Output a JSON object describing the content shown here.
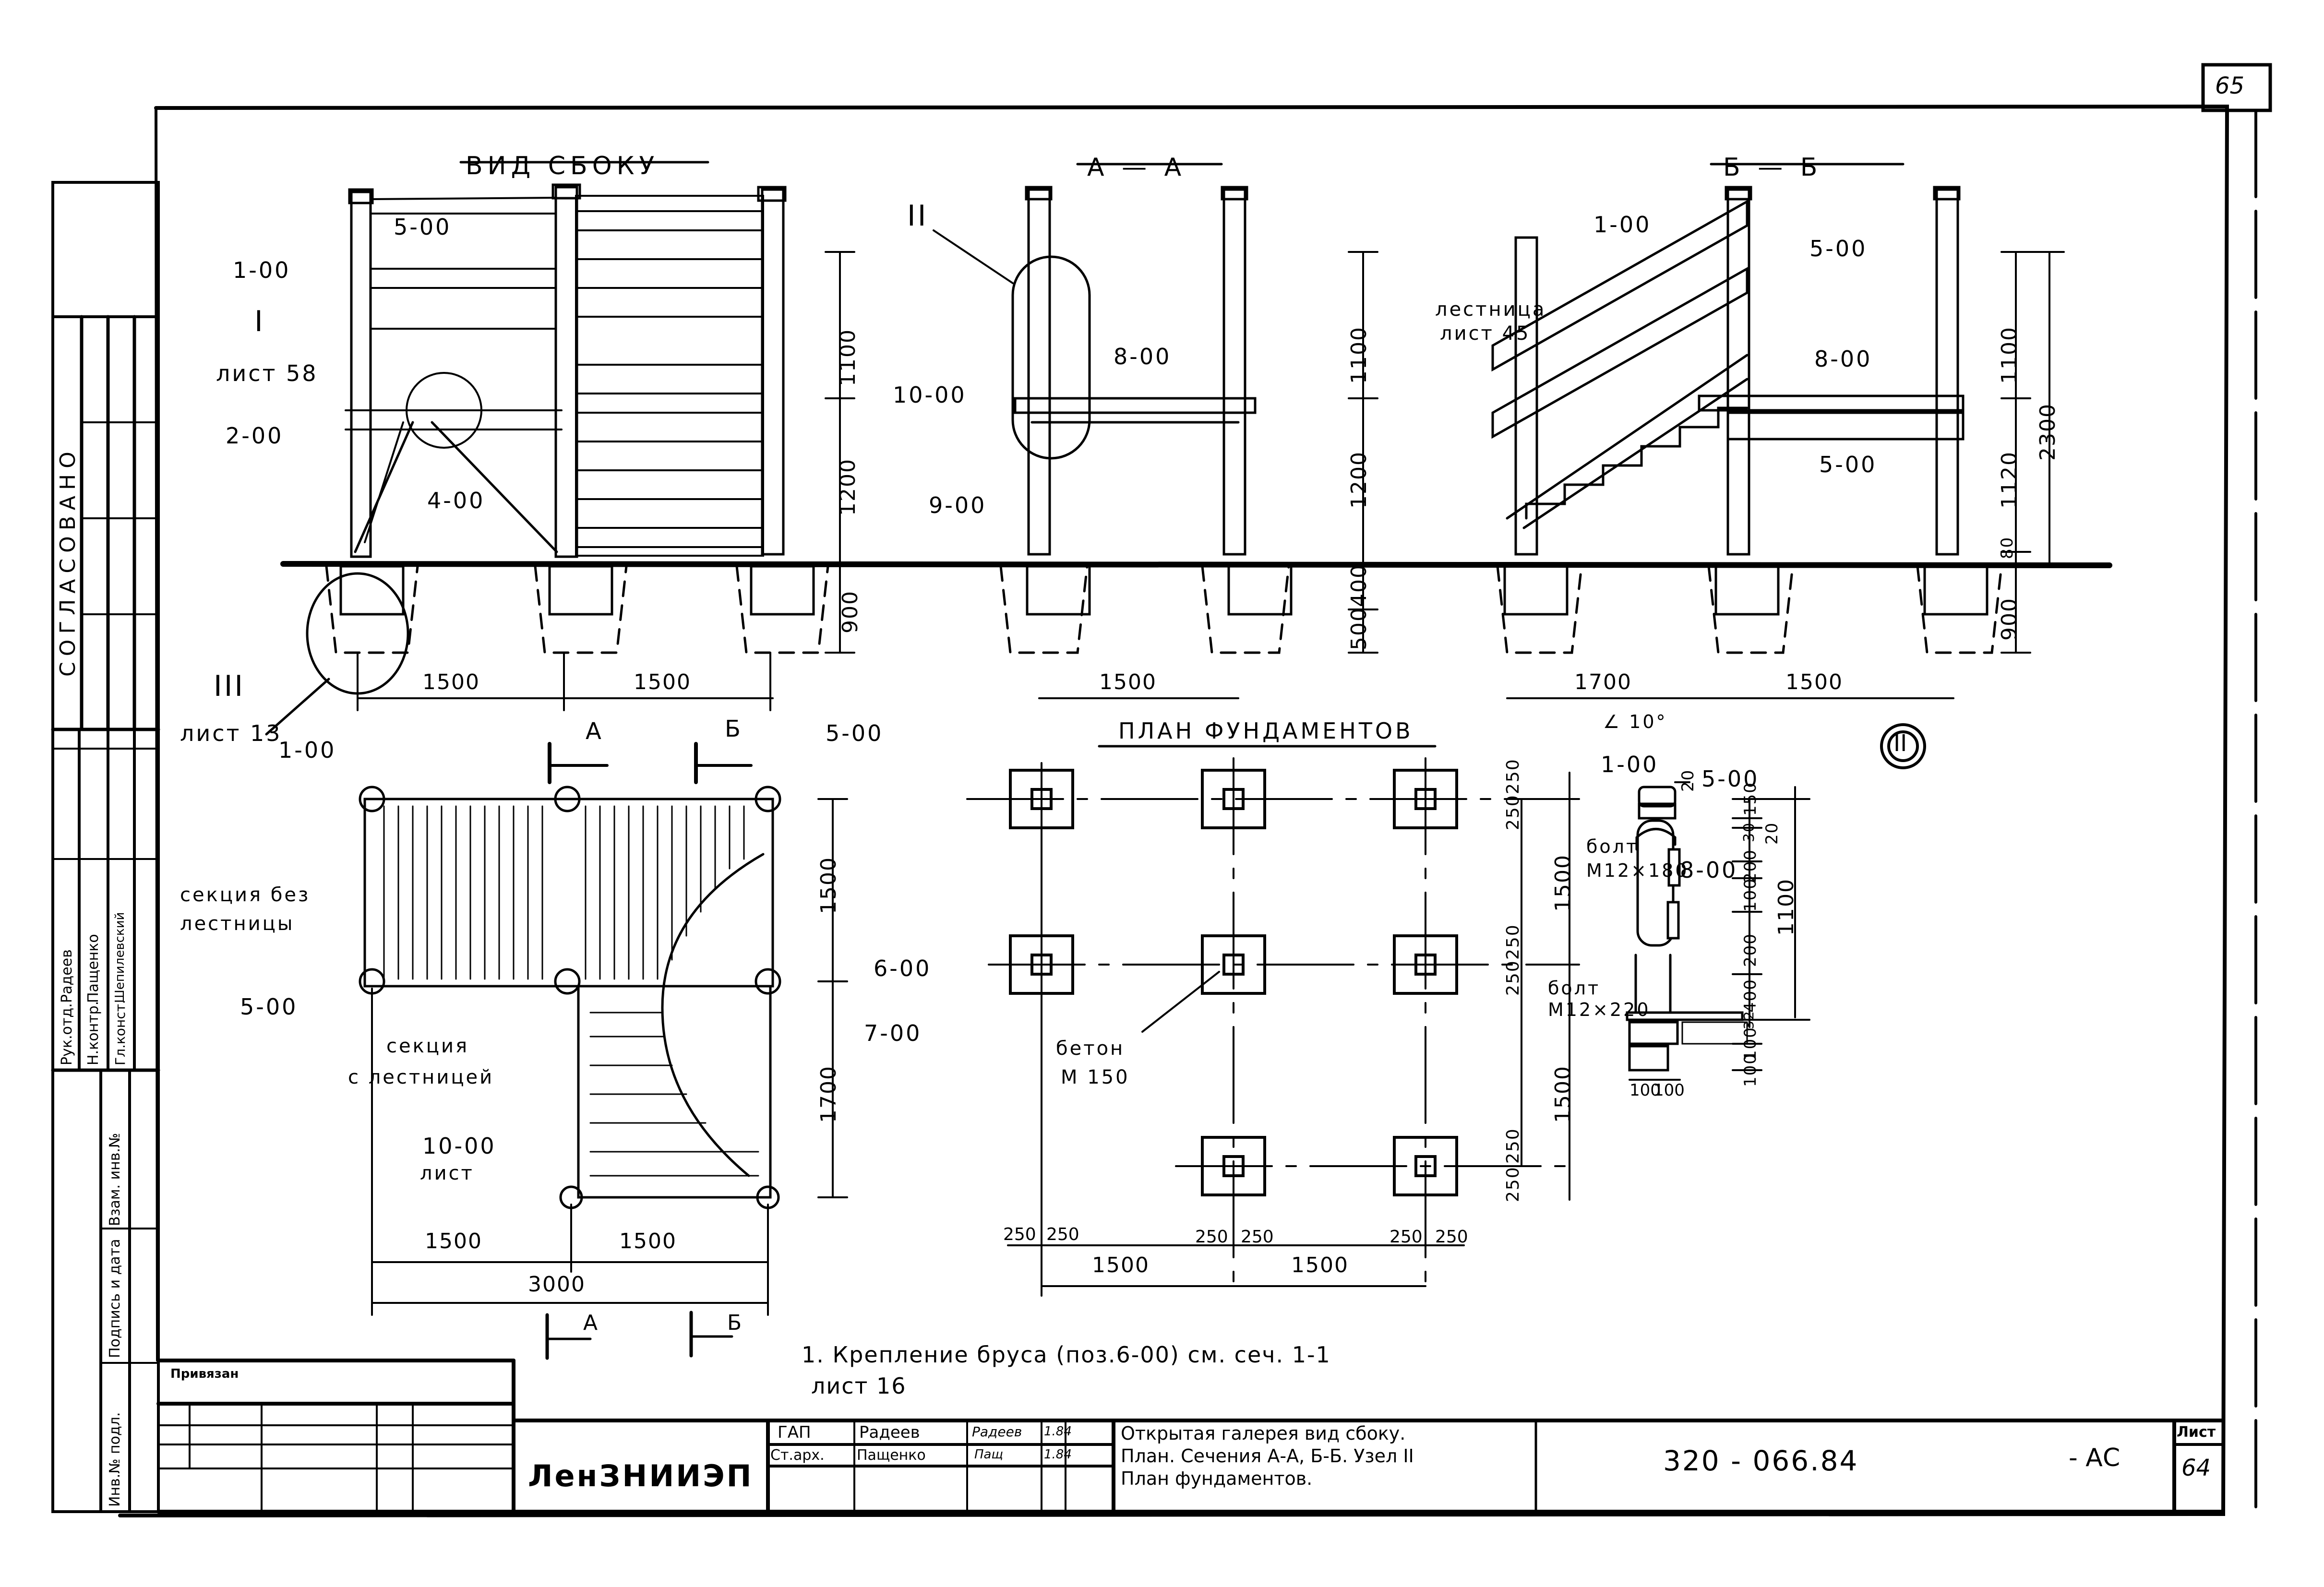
{
  "page_number": "65",
  "views": {
    "side_view": {
      "title": "ВИД СБОКУ",
      "callouts": [
        "1-00",
        "5-00",
        "2-00",
        "4-00",
        "10-00"
      ],
      "node_ref_1": {
        "roman": "I",
        "sheet": "лист 58"
      },
      "node_ref_3": {
        "roman": "III",
        "sheet": "лист 13"
      },
      "dims_vertical": [
        "1100",
        "1200",
        "900"
      ],
      "dims_horizontal": [
        "1500",
        "1500"
      ]
    },
    "section_aa": {
      "title": "А — А",
      "node_ref": "II",
      "callouts": [
        "8-00",
        "9-00"
      ],
      "dims_vertical": [
        "1100",
        "1200",
        "400",
        "500"
      ],
      "dims_horizontal": [
        "1500"
      ]
    },
    "section_bb": {
      "title": "Б — Б",
      "callouts": [
        "1-00",
        "5-00",
        "8-00",
        "5-00"
      ],
      "stair_ref": {
        "line1": "лестница",
        "line2": "лист 45"
      },
      "dims_vertical": [
        "1100",
        "1120",
        "80",
        "2300",
        "900"
      ],
      "dims_horizontal": [
        "1700",
        "1500"
      ]
    },
    "plan": {
      "section_marks": [
        "А",
        "Б"
      ],
      "callouts": [
        "1-00",
        "5-00",
        "5-00",
        "6-00",
        "7-00"
      ],
      "section_no_stair": {
        "line1": "секция без",
        "line2": "лестницы"
      },
      "section_with_stair": {
        "line1": "секция",
        "line2": "с лестницей"
      },
      "ref_10": {
        "line1": "10-00",
        "line2": "лист"
      },
      "dims_vertical": [
        "1500",
        "1700"
      ],
      "dims_horizontal": [
        "1500",
        "1500",
        "3000"
      ]
    },
    "foundation_plan": {
      "title": "ПЛАН ФУНДАМЕНТОВ",
      "concrete": {
        "line1": "бетон",
        "line2": "М 150"
      },
      "dims_vertical": [
        "250",
        "250",
        "1500",
        "250",
        "250",
        "1500",
        "250",
        "250"
      ],
      "dims_horizontal_small": [
        "250",
        "250",
        "250",
        "250",
        "250",
        "250"
      ],
      "dims_horizontal": [
        "1500",
        "1500"
      ]
    },
    "node_2": {
      "marker": "II",
      "angle": "∠ 10°",
      "callouts": [
        "1-00",
        "5-00",
        "8-00"
      ],
      "bolt_1": {
        "line1": "болт",
        "line2": "М12×180"
      },
      "bolt_2": {
        "line1": "болт",
        "line2": "М12×220"
      },
      "dims_vertical": [
        "20",
        "150",
        "20",
        "30",
        "200",
        "100",
        "200",
        "400",
        "32",
        "100",
        "100",
        "1100"
      ],
      "dims_horizontal": [
        "100",
        "100"
      ]
    }
  },
  "note": {
    "line1": "1. Крепление бруса (поз.6-00) см. сеч. 1-1",
    "line2": "лист 16"
  },
  "bottom_section_marks": [
    "А",
    "Б"
  ],
  "side_stamp": {
    "agreed": "СОГЛАСОВАНО",
    "rows": [
      {
        "role": "Рук.отд.",
        "name": "Радеев"
      },
      {
        "role": "Н.контр.",
        "name": "Пащенко"
      },
      {
        "role": "Гл.конст.",
        "name": "Шепилевский"
      }
    ],
    "inv_labels": [
      "Инв.№ подл.",
      "Подпись и дата",
      "Взам. инв.№"
    ]
  },
  "title_block": {
    "attached_label": "Привязан",
    "organization": "ЛенЗНИИЭП",
    "staff": [
      {
        "role": "ГАП",
        "name": "Радеев",
        "sign": "Радеев",
        "date": "1.84"
      },
      {
        "role": "Ст.арх.",
        "name": "Пащенко",
        "sign": "Пащ",
        "date": "1.84"
      }
    ],
    "description": [
      "Открытая галерея вид сбоку.",
      "План. Сечения А-А, Б-Б. Узел II",
      "План фундаментов."
    ],
    "document_code": "320 - 066.84",
    "suffix": "- АС",
    "sheet_label": "Лист",
    "sheet_number": "64"
  }
}
